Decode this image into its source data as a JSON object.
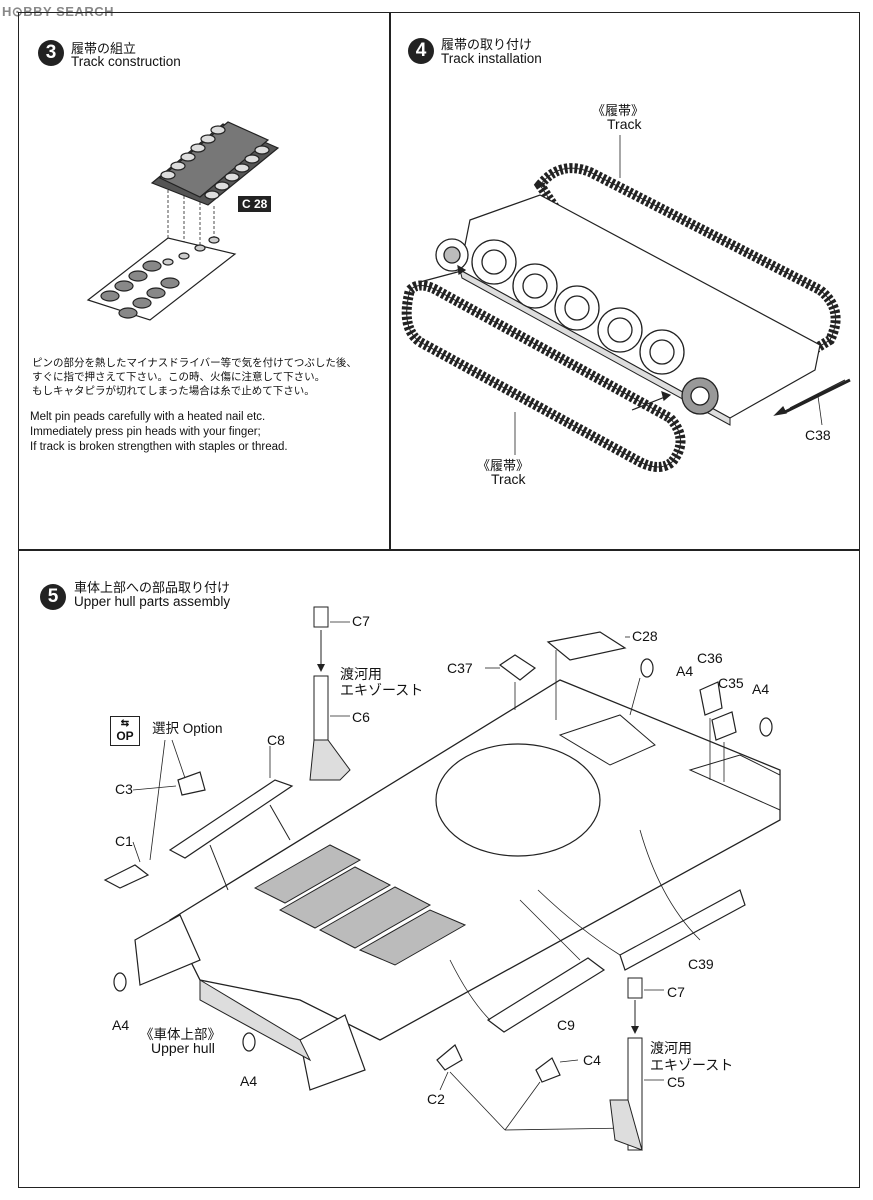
{
  "watermark": "H⊙BBY SEARCH",
  "step3": {
    "number": "3",
    "title_jp": "履帯の組立",
    "title_en": "Track construction",
    "part_badge": "C 28",
    "note_jp": [
      "ピンの部分を熱したマイナスドライバー等で気を付けてつぶした後、",
      "すぐに指で押さえて下さい。この時、火傷に注意して下さい。",
      "もしキャタピラが切れてしまった場合は糸で止めて下さい。"
    ],
    "note_en": [
      "Melt pin peads carefully with a heated nail etc.",
      "Immediately press pin heads with your finger;",
      "If track is broken strengthen with staples or thread."
    ]
  },
  "step4": {
    "number": "4",
    "title_jp": "履帯の取り付け",
    "title_en": "Track installation",
    "track_top_jp": "《履帯》",
    "track_top_en": "Track",
    "track_bottom_jp": "《履帯》",
    "track_bottom_en": "Track",
    "part_c38": "C38"
  },
  "step5": {
    "number": "5",
    "title_jp": "車体上部への部品取り付け",
    "title_en": "Upper hull parts assembly",
    "option_icon": "OP",
    "option_label": "選択 Option",
    "exhaust_jp_1": "渡河用",
    "exhaust_jp_2": "エキゾースト",
    "exhaust2_jp_1": "渡河用",
    "exhaust2_jp_2": "エキゾースト",
    "hull_jp": "《車体上部》",
    "hull_en": "Upper hull",
    "parts": {
      "c7_top": "C7",
      "c6": "C6",
      "c8": "C8",
      "c3": "C3",
      "c1": "C1",
      "c37": "C37",
      "c28": "C28",
      "a4_top": "A4",
      "c36": "C36",
      "c35": "C35",
      "a4_right": "A4",
      "a4_left": "A4",
      "a4_bottom": "A4",
      "c9": "C9",
      "c39": "C39",
      "c7_bottom": "C7",
      "c5": "C5",
      "c4": "C4",
      "c2": "C2"
    }
  }
}
